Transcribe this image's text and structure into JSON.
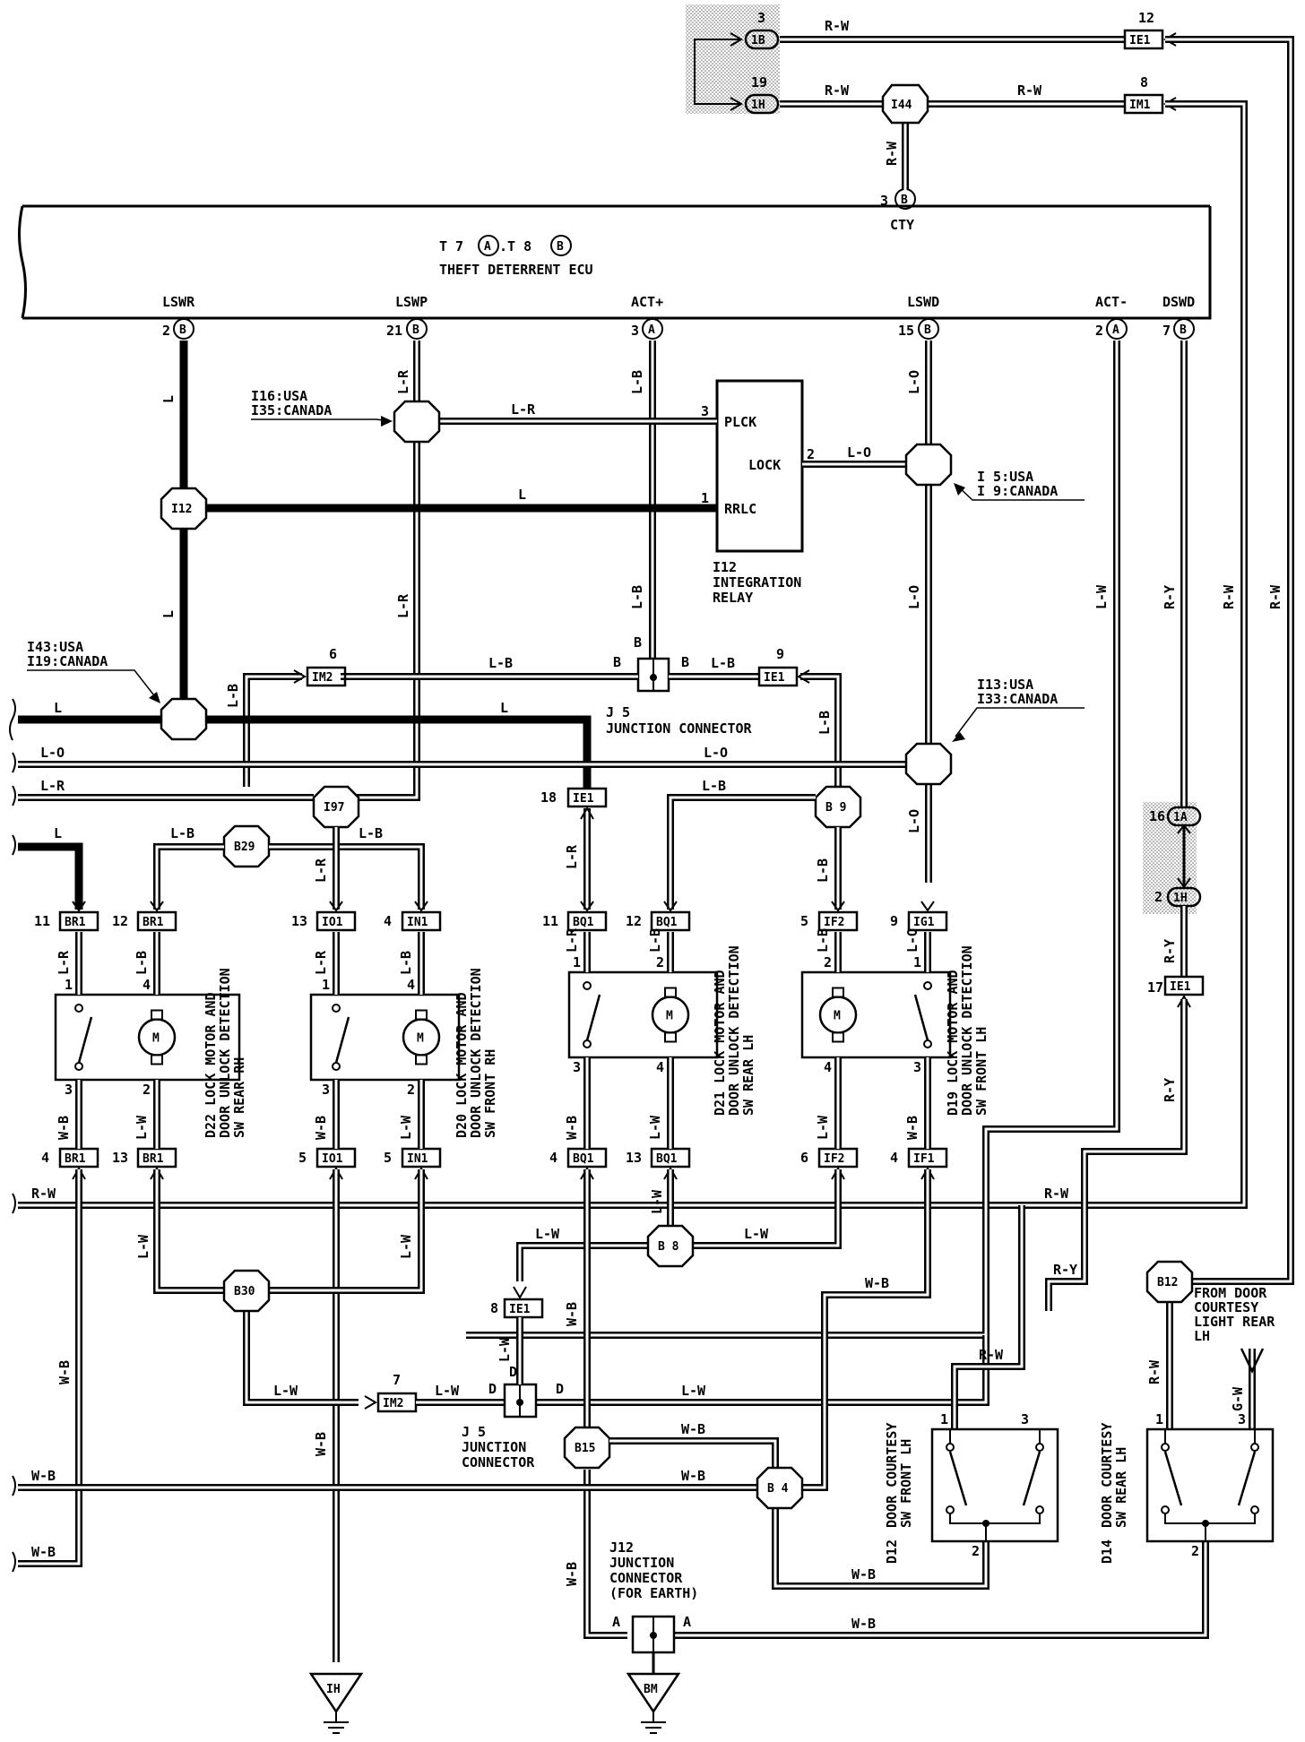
{
  "ecu": {
    "title_line1": "T 7",
    "title_line1b": ".T 8",
    "conn_a": "A",
    "conn_b": "B",
    "title_line2": "THEFT DETERRENT ECU",
    "pins": [
      {
        "name": "LSWR",
        "num": "2",
        "conn": "B"
      },
      {
        "name": "LSWP",
        "num": "21",
        "conn": "B"
      },
      {
        "name": "ACT+",
        "num": "3",
        "conn": "A"
      },
      {
        "name": "LSWD",
        "num": "15",
        "conn": "B"
      },
      {
        "name": "ACT-",
        "num": "2",
        "conn": "A"
      },
      {
        "name": "DSWD",
        "num": "7",
        "conn": "B"
      }
    ],
    "cty": {
      "name": "CTY",
      "num": "3",
      "conn": "B"
    }
  },
  "top": {
    "c1b": {
      "num": "3",
      "label": "1B"
    },
    "c1h": {
      "num": "19",
      "label": "1H"
    },
    "ie1": {
      "num": "12",
      "label": "IE1"
    },
    "im1": {
      "num": "8",
      "label": "IM1"
    },
    "i44": "I44",
    "wire_rw": "R-W"
  },
  "relay": {
    "pins": [
      {
        "num": "3",
        "label": "PLCK"
      },
      {
        "num": "2",
        "label": "LOCK"
      },
      {
        "num": "1",
        "label": "RRLC"
      }
    ],
    "id": "I12",
    "line1": "INTEGRATION",
    "line2": "RELAY"
  },
  "splices": {
    "i16": [
      "I16:USA",
      "I35:CANADA"
    ],
    "i5": [
      "I 5:USA",
      "I 9:CANADA"
    ],
    "i43": [
      "I43:USA",
      "I19:CANADA"
    ],
    "i13": [
      "I13:USA",
      "I33:CANADA"
    ],
    "i12": "I12",
    "i97": "I97",
    "b29": "B29",
    "b9": "B 9",
    "b8": "B 8",
    "b30": "B30",
    "b15": "B15",
    "b4": "B 4",
    "b12": "B12"
  },
  "jc": {
    "j5a": "J 5",
    "j5a_label": "JUNCTION CONNECTOR",
    "j5b": "J 5",
    "j5b_l1": "JUNCTION",
    "j5b_l2": "CONNECTOR",
    "j12": "J12",
    "j12_l1": "JUNCTION",
    "j12_l2": "CONNECTOR",
    "j12_l3": "(FOR EARTH)",
    "pin_b": "B",
    "pin_d": "D",
    "pin_a": "A"
  },
  "connectors": {
    "im2": {
      "num": "6",
      "label": "IM2"
    },
    "ie1_9": {
      "num": "9",
      "label": "IE1"
    },
    "ie1_18": {
      "num": "18",
      "label": "IE1"
    },
    "ie1_8": {
      "num": "8",
      "label": "IE1"
    },
    "im2_7": {
      "num": "7",
      "label": "IM2"
    },
    "ie1_17": {
      "num": "17",
      "label": "IE1"
    },
    "c1a": {
      "num": "16",
      "label": "1A"
    },
    "c1h2": {
      "num": "2",
      "label": "1H"
    },
    "top_row": [
      {
        "num": "11",
        "label": "BR1"
      },
      {
        "num": "12",
        "label": "BR1"
      },
      {
        "num": "13",
        "label": "IO1"
      },
      {
        "num": "4",
        "label": "IN1"
      },
      {
        "num": "11",
        "label": "BQ1"
      },
      {
        "num": "12",
        "label": "BQ1"
      },
      {
        "num": "5",
        "label": "IF2"
      },
      {
        "num": "9",
        "label": "IG1"
      }
    ],
    "bottom_row": [
      {
        "num": "4",
        "label": "BR1"
      },
      {
        "num": "13",
        "label": "BR1"
      },
      {
        "num": "5",
        "label": "IO1"
      },
      {
        "num": "5",
        "label": "IN1"
      },
      {
        "num": "4",
        "label": "BQ1"
      },
      {
        "num": "13",
        "label": "BQ1"
      },
      {
        "num": "6",
        "label": "IF2"
      },
      {
        "num": "4",
        "label": "IF1"
      }
    ]
  },
  "motors": [
    {
      "id": "D22",
      "l1": "LOCK MOTOR AND",
      "l2": "DOOR UNLOCK DETECTION",
      "l3": "SW REAR RH"
    },
    {
      "id": "D20",
      "l1": "LOCK MOTOR AND",
      "l2": "DOOR UNLOCK DETECTION",
      "l3": "SW FRONT RH"
    },
    {
      "id": "D21",
      "l1": "LOCK MOTOR AND",
      "l2": "DOOR UNLOCK DETECTION",
      "l3": "SW REAR LH"
    },
    {
      "id": "D19",
      "l1": "LOCK MOTOR AND",
      "l2": "DOOR UNLOCK DETECTION",
      "l3": "SW FRONT LH"
    }
  ],
  "motor_symbol": "M",
  "courtesy": [
    {
      "id": "D12",
      "l1": "DOOR COURTESY",
      "l2": "SW FRONT LH"
    },
    {
      "id": "D14",
      "l1": "DOOR COURTESY",
      "l2": "SW REAR LH"
    }
  ],
  "from_note": [
    "FROM DOOR",
    "COURTESY",
    "LIGHT REAR",
    "LH"
  ],
  "grounds": [
    "IH",
    "BM"
  ],
  "wires": {
    "L": "L",
    "LO": "L-O",
    "LR": "L-R",
    "LB": "L-B",
    "LW": "L-W",
    "WB": "W-B",
    "RW": "R-W",
    "RY": "R-Y",
    "GW": "G-W"
  },
  "pin_nums": [
    "1",
    "2",
    "3",
    "4"
  ]
}
